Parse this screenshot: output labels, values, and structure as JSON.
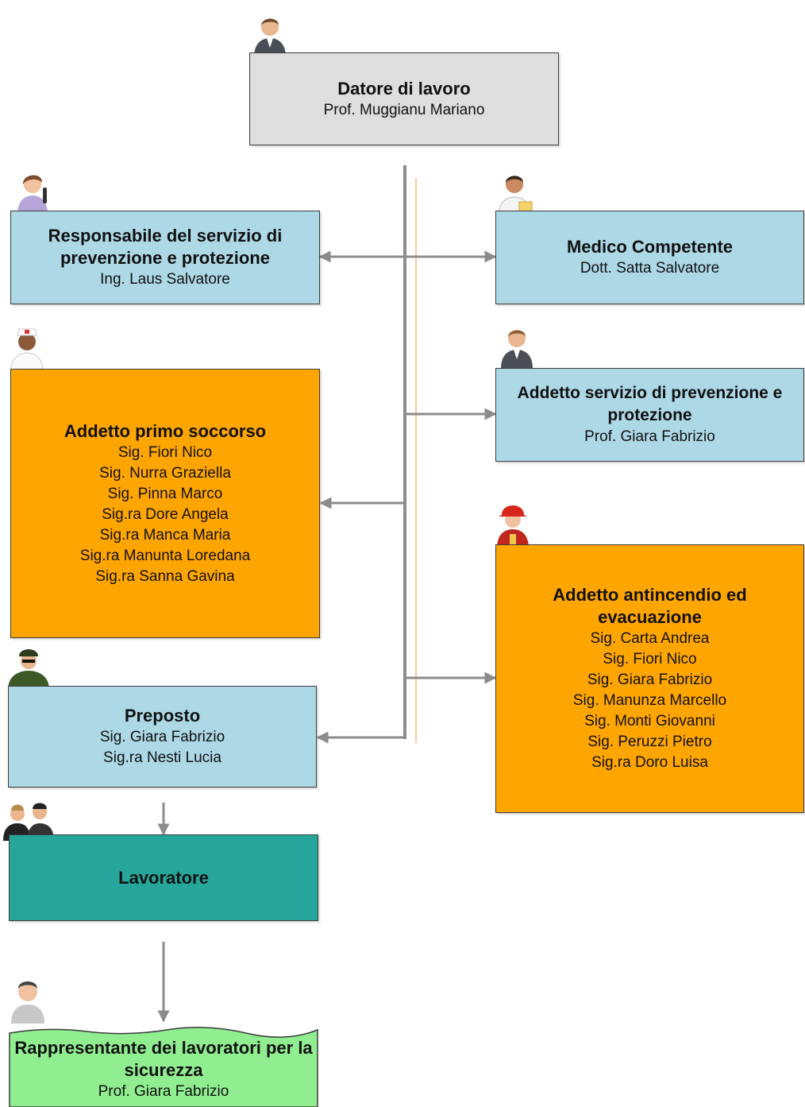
{
  "datore": {
    "title": "Datore di lavoro",
    "person": "Prof. Muggianu Mariano",
    "icon": "businessman-icon"
  },
  "rspp": {
    "title": "Responsabile del servizio di prevenzione e protezione",
    "person": "Ing. Laus Salvatore",
    "icon": "woman-icon"
  },
  "medico": {
    "title": "Medico Competente",
    "person": "Dott. Satta Salvatore",
    "icon": "doctor-icon"
  },
  "aspp": {
    "title": "Addetto servizio di prevenzione e protezione",
    "person": "Prof. Giara Fabrizio",
    "icon": "businessman-icon"
  },
  "primo_soccorso": {
    "title": "Addetto primo soccorso",
    "people": [
      "Sig. Fiori Nico",
      "Sig. Nurra Graziella",
      "Sig. Pinna Marco",
      "Sig.ra Dore Angela",
      "Sig.ra Manca Maria",
      "Sig.ra Manunta Loredana",
      "Sig.ra Sanna Gavina"
    ],
    "icon": "nurse-icon"
  },
  "antincendio": {
    "title": "Addetto antincendio ed evacuazione",
    "people": [
      "Sig. Carta Andrea",
      "Sig. Fiori Nico",
      "Sig. Giara Fabrizio",
      "Sig. Manunza Marcello",
      "Sig. Monti Giovanni",
      "Sig. Peruzzi Pietro",
      "Sig.ra Doro Luisa"
    ],
    "icon": "firefighter-icon"
  },
  "preposto": {
    "title": "Preposto",
    "people": [
      "Sig. Giara Fabrizio",
      "Sig.ra Nesti Lucia"
    ],
    "icon": "officer-icon"
  },
  "lavoratore": {
    "title": "Lavoratore",
    "icon": "workers-group-icon"
  },
  "rls": {
    "title": "Rappresentante dei lavoratori per la sicurezza",
    "person": "Prof. Giara Fabrizio",
    "icon": "man-icon"
  },
  "colors": {
    "gray": "#dedede",
    "blue": "#add8e6",
    "orange": "#ffa500",
    "teal": "#26a69a",
    "green": "#90ee90",
    "connector": "#8c8c8c",
    "connector_accent": "#f5c9a0"
  }
}
